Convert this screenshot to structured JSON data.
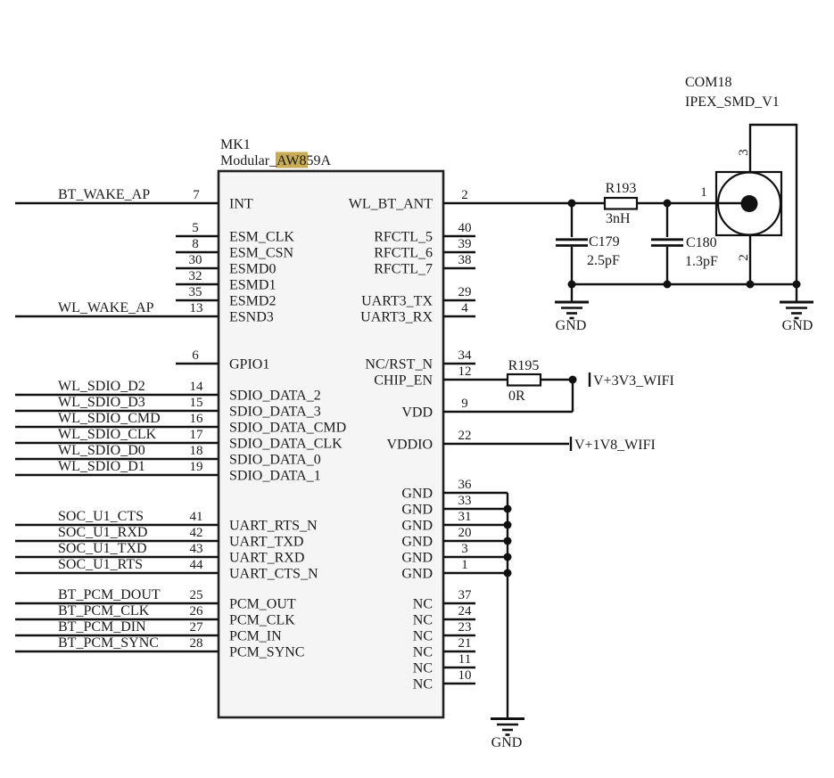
{
  "colors": {
    "wire": "#111111",
    "text": "#1a1a1a",
    "chip_fill": "#f5f5f5",
    "highlight": "#c7ab55"
  },
  "chip": {
    "ref": "MK1",
    "value_prefix": "Modular_",
    "value_highlight": "AW8",
    "value_suffix": "59A",
    "left_pins": [
      {
        "num": "7",
        "name": "INT",
        "net": "BT_WAKE_AP"
      },
      {
        "num": "5",
        "name": "ESM_CLK"
      },
      {
        "num": "8",
        "name": "ESM_CSN"
      },
      {
        "num": "30",
        "name": "ESMD0"
      },
      {
        "num": "32",
        "name": "ESMD1"
      },
      {
        "num": "35",
        "name": "ESMD2"
      },
      {
        "num": "13",
        "name": "ESND3",
        "net": "WL_WAKE_AP"
      },
      {
        "num": "6",
        "name": "GPIO1"
      },
      {
        "num": "14",
        "name": "SDIO_DATA_2",
        "net": "WL_SDIO_D2"
      },
      {
        "num": "15",
        "name": "SDIO_DATA_3",
        "net": "WL_SDIO_D3"
      },
      {
        "num": "16",
        "name": "SDIO_DATA_CMD",
        "net": "WL_SDIO_CMD"
      },
      {
        "num": "17",
        "name": "SDIO_DATA_CLK",
        "net": "WL_SDIO_CLK"
      },
      {
        "num": "18",
        "name": "SDIO_DATA_0",
        "net": "WL_SDIO_D0"
      },
      {
        "num": "19",
        "name": "SDIO_DATA_1",
        "net": "WL_SDIO_D1"
      },
      {
        "num": "41",
        "name": "UART_RTS_N",
        "net": "SOC_U1_CTS"
      },
      {
        "num": "42",
        "name": "UART_TXD",
        "net": "SOC_U1_RXD"
      },
      {
        "num": "43",
        "name": "UART_RXD",
        "net": "SOC_U1_TXD"
      },
      {
        "num": "44",
        "name": "UART_CTS_N",
        "net": "SOC_U1_RTS"
      },
      {
        "num": "25",
        "name": "PCM_OUT",
        "net": "BT_PCM_DOUT"
      },
      {
        "num": "26",
        "name": "PCM_CLK",
        "net": "BT_PCM_CLK"
      },
      {
        "num": "27",
        "name": "PCM_IN",
        "net": "BT_PCM_DIN"
      },
      {
        "num": "28",
        "name": "PCM_SYNC",
        "net": "BT_PCM_SYNC"
      }
    ],
    "right_pins": [
      {
        "num": "2",
        "name": "WL_BT_ANT"
      },
      {
        "num": "40",
        "name": "RFCTL_5"
      },
      {
        "num": "39",
        "name": "RFCTL_6"
      },
      {
        "num": "38",
        "name": "RFCTL_7"
      },
      {
        "num": "29",
        "name": "UART3_TX"
      },
      {
        "num": "4",
        "name": "UART3_RX"
      },
      {
        "num": "34",
        "name": "NC/RST_N"
      },
      {
        "num": "12",
        "name": "CHIP_EN"
      },
      {
        "num": "9",
        "name": "VDD"
      },
      {
        "num": "22",
        "name": "VDDIO"
      },
      {
        "num": "36",
        "name": "GND"
      },
      {
        "num": "33",
        "name": "GND"
      },
      {
        "num": "31",
        "name": "GND"
      },
      {
        "num": "20",
        "name": "GND"
      },
      {
        "num": "3",
        "name": "GND"
      },
      {
        "num": "1",
        "name": "GND"
      },
      {
        "num": "37",
        "name": "NC"
      },
      {
        "num": "24",
        "name": "NC"
      },
      {
        "num": "23",
        "name": "NC"
      },
      {
        "num": "21",
        "name": "NC"
      },
      {
        "num": "11",
        "name": "NC"
      },
      {
        "num": "10",
        "name": "NC"
      }
    ]
  },
  "components": {
    "r193": {
      "ref": "R193",
      "value": "3nH"
    },
    "r195": {
      "ref": "R195",
      "value": "0R"
    },
    "c179": {
      "ref": "C179",
      "value": "2.5pF"
    },
    "c180": {
      "ref": "C180",
      "value": "1.3pF"
    },
    "com18": {
      "ref": "COM18",
      "part": "IPEX_SMD_V1",
      "pin1": "1",
      "pin2": "2",
      "pin3": "3"
    }
  },
  "nets": {
    "v3v3": "V+3V3_WIFI",
    "v1v8": "V+1V8_WIFI",
    "gnd": "GND"
  }
}
